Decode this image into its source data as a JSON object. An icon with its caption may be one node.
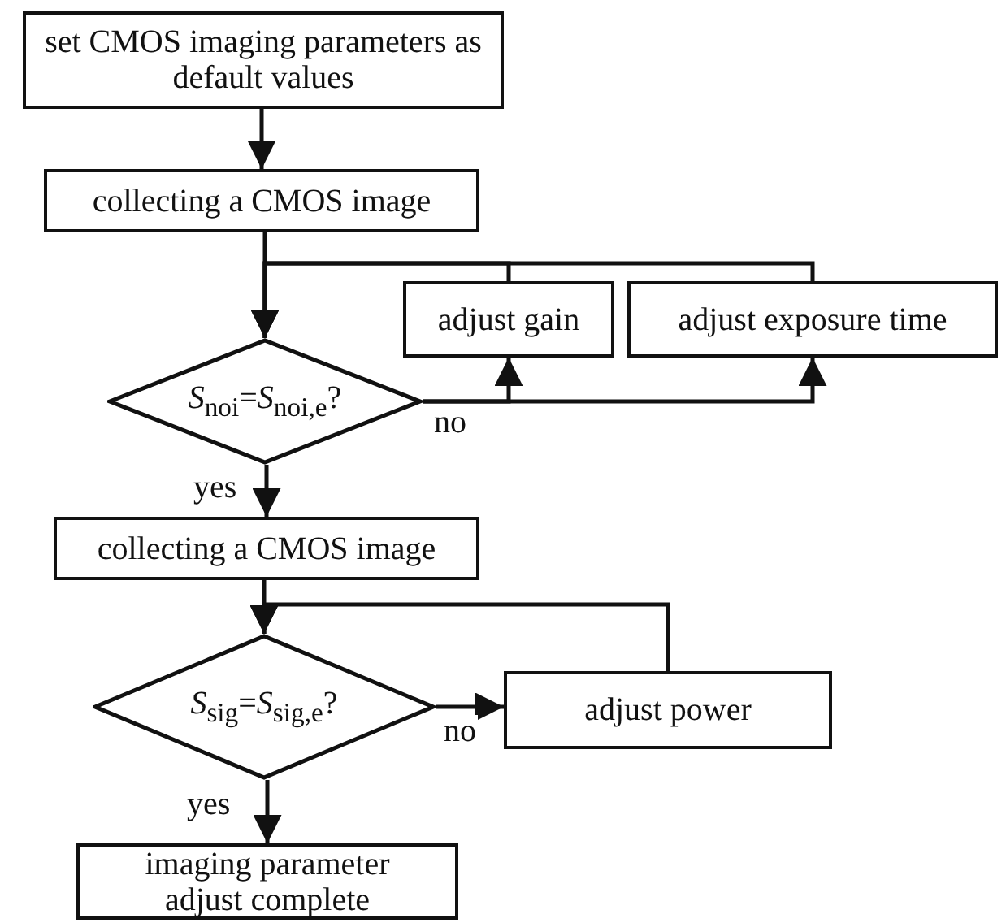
{
  "diagram": {
    "nodes": [
      {
        "text": [
          "set CMOS imaging parameters as default values"
        ]
      },
      {
        "text": [
          "collecting a CMOS image"
        ]
      },
      {
        "text": [
          "*S*$_{noi}$=*S*$_{noi,e}$?"
        ]
      },
      {
        "text": [
          "adjust gain"
        ]
      },
      {
        "text": [
          "adjust exposure time"
        ]
      },
      {
        "text": [
          "collecting a CMOS image"
        ]
      },
      {
        "text": [
          "*S*$_{sig}$=*S*$_{sig,e}$?"
        ]
      },
      {
        "text": [
          "adjust power"
        ]
      },
      {
        "text": [
          "imaging parameter adjust complete"
        ]
      }
    ],
    "edges": [
      {
        "from": 0,
        "to": 1,
        "arrow": "to"
      },
      {
        "from": 1,
        "to": 2,
        "arrow": "to"
      },
      {
        "from": 2,
        "to": 3,
        "arrow": "to",
        "label": "no"
      },
      {
        "from": 2,
        "to": 4,
        "arrow": "to"
      },
      {
        "from": 3,
        "to": 2,
        "arrow": "to"
      },
      {
        "from": 4,
        "to": 2,
        "arrow": "to"
      },
      {
        "from": 2,
        "to": 5,
        "arrow": "to",
        "label": "yes"
      },
      {
        "from": 5,
        "to": 6,
        "arrow": "to"
      },
      {
        "from": 6,
        "to": 7,
        "arrow": "to",
        "label": "no"
      },
      {
        "from": 7,
        "to": 6,
        "arrow": "to"
      },
      {
        "from": 6,
        "to": 8,
        "arrow": "to",
        "label": "yes"
      }
    ]
  }
}
